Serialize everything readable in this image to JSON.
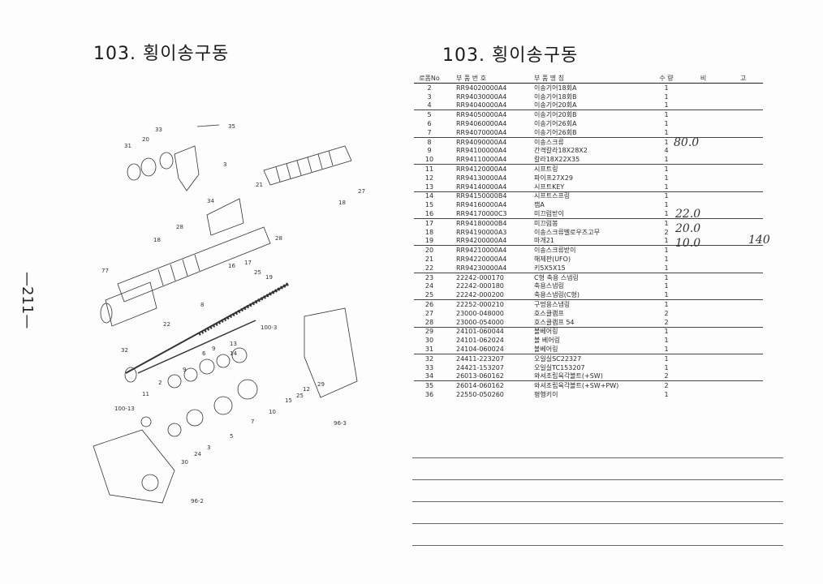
{
  "left_page": {
    "title": "103. 횡이송구동",
    "page_number": "—211—",
    "diagram_labels": {
      "l33": "33",
      "l35": "35",
      "l20": "20",
      "l31": "31",
      "l3a": "3",
      "l21": "21",
      "l34": "34",
      "l27": "27",
      "l18a": "18",
      "l28a": "28",
      "l18b": "18",
      "l28b": "28",
      "l16": "16",
      "l17": "17",
      "l25a": "25",
      "l19": "19",
      "l77": "77",
      "l8": "8",
      "l22": "22",
      "l1003": "100-3",
      "l13": "13",
      "l14": "14",
      "l32": "32",
      "l1013": "100-13",
      "l6": "6",
      "l9a": "9",
      "l9b": "9",
      "l12": "12",
      "l29": "29",
      "l15": "15",
      "l25b": "25",
      "l10": "10",
      "l963": "96-3",
      "l24": "24",
      "l30": "30",
      "l962": "96-2",
      "l11": "11",
      "l7": "7",
      "l2": "2",
      "l5": "5",
      "l3b": "3"
    }
  },
  "right_page": {
    "title": "103. 횡이송구동",
    "table_header": {
      "no": "로폼No",
      "part": "부 품 번 호",
      "name": "부 품 명 칭",
      "qty": "수 량",
      "remark1": "비",
      "remark2": "고"
    },
    "rows": [
      {
        "no": "2",
        "part": "RR94020000A4",
        "name": "이송기어18회A",
        "qty": "1",
        "sep": false
      },
      {
        "no": "3",
        "part": "RR94030000A4",
        "name": "이송기어18회B",
        "qty": "1",
        "sep": false
      },
      {
        "no": "4",
        "part": "RR94040000A4",
        "name": "이송기어20회A",
        "qty": "1",
        "sep": true
      },
      {
        "no": "5",
        "part": "RR94050000A4",
        "name": "이송기어20회B",
        "qty": "1",
        "sep": false
      },
      {
        "no": "6",
        "part": "RR94060000A4",
        "name": "이송기어26회A",
        "qty": "1",
        "sep": false
      },
      {
        "no": "7",
        "part": "RR94070000A4",
        "name": "이송기어26회B",
        "qty": "1",
        "sep": true
      },
      {
        "no": "8",
        "part": "RR94090000A4",
        "name": "이송스크류",
        "qty": "1",
        "sep": false
      },
      {
        "no": "9",
        "part": "RR94100000A4",
        "name": "간격칼라18X28X2",
        "qty": "4",
        "sep": false
      },
      {
        "no": "10",
        "part": "RR94110000A4",
        "name": "칼라18X22X35",
        "qty": "1",
        "sep": true
      },
      {
        "no": "11",
        "part": "RR94120000A4",
        "name": "시프트링",
        "qty": "1",
        "sep": false
      },
      {
        "no": "12",
        "part": "RR94130000A4",
        "name": "파이프27X29",
        "qty": "1",
        "sep": false
      },
      {
        "no": "13",
        "part": "RR94140000A4",
        "name": "시프트KEY",
        "qty": "1",
        "sep": true
      },
      {
        "no": "14",
        "part": "RR94150000B4",
        "name": "시프트스프링",
        "qty": "1",
        "sep": false
      },
      {
        "no": "15",
        "part": "RR94160000A4",
        "name": "캠A",
        "qty": "1",
        "sep": false
      },
      {
        "no": "16",
        "part": "RR94170000C3",
        "name": "미끄럼받이",
        "qty": "1",
        "sep": true
      },
      {
        "no": "17",
        "part": "RR94180000B4",
        "name": "미끄럼봉",
        "qty": "1",
        "sep": false
      },
      {
        "no": "18",
        "part": "RR94190000A3",
        "name": "이송스크류벨로우즈고무",
        "qty": "2",
        "sep": false
      },
      {
        "no": "19",
        "part": "RR94200000A4",
        "name": "마개21",
        "qty": "1",
        "sep": true
      },
      {
        "no": "20",
        "part": "RR94210000A4",
        "name": "이송스크류받이",
        "qty": "1",
        "sep": false
      },
      {
        "no": "21",
        "part": "RR94220000A4",
        "name": "해제판(UFO)",
        "qty": "1",
        "sep": false
      },
      {
        "no": "22",
        "part": "RR94230000A4",
        "name": "키5X5X15",
        "qty": "1",
        "sep": true
      },
      {
        "no": "23",
        "part": "22242-000170",
        "name": "C형 축용 스냅링",
        "qty": "1",
        "sep": false
      },
      {
        "no": "24",
        "part": "22242-000180",
        "name": "축용스냅링",
        "qty": "1",
        "sep": false
      },
      {
        "no": "25",
        "part": "22242-000200",
        "name": "축용스냅링(C형)",
        "qty": "1",
        "sep": true
      },
      {
        "no": "26",
        "part": "22252-000210",
        "name": "구멍용스냅링",
        "qty": "1",
        "sep": false
      },
      {
        "no": "27",
        "part": "23000-048000",
        "name": "호스클램프",
        "qty": "2",
        "sep": false
      },
      {
        "no": "28",
        "part": "23000-054000",
        "name": "호스클램프 54",
        "qty": "2",
        "sep": true
      },
      {
        "no": "29",
        "part": "24101-060044",
        "name": "볼베어링",
        "qty": "1",
        "sep": false
      },
      {
        "no": "30",
        "part": "24101-062024",
        "name": "볼 베어링",
        "qty": "1",
        "sep": false
      },
      {
        "no": "31",
        "part": "24104-060024",
        "name": "볼베어링",
        "qty": "1",
        "sep": true
      },
      {
        "no": "32",
        "part": "24411-223207",
        "name": "오일실SC22327",
        "qty": "1",
        "sep": false
      },
      {
        "no": "33",
        "part": "24421-153207",
        "name": "오일실TC153207",
        "qty": "1",
        "sep": false
      },
      {
        "no": "34",
        "part": "26013-060162",
        "name": "와셔조립육각볼트(+SW)",
        "qty": "2",
        "sep": true
      },
      {
        "no": "35",
        "part": "26014-060162",
        "name": "와셔조립육각볼트(+SW+PW)",
        "qty": "2",
        "sep": false
      },
      {
        "no": "36",
        "part": "22550-050260",
        "name": "평행키이",
        "qty": "1",
        "sep": false
      }
    ],
    "handwritten_notes": {
      "n1": "80.0",
      "n2": "22.0",
      "n3": "20.0",
      "n4": "10.0",
      "n5": "140"
    }
  }
}
